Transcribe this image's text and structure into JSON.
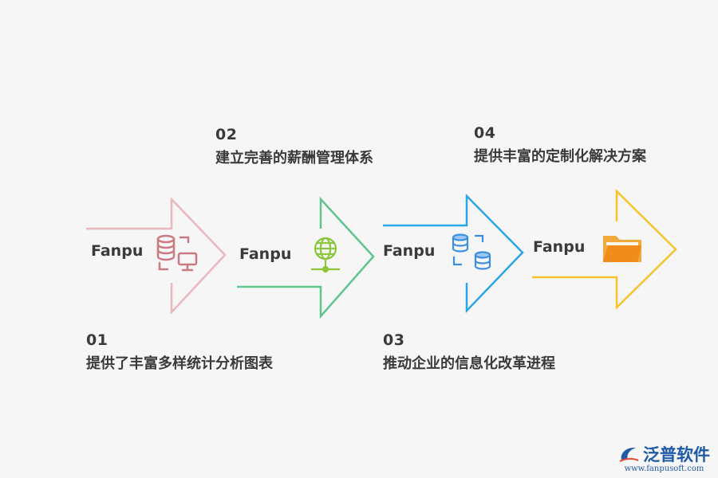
{
  "steps": [
    {
      "number": "01",
      "text": "提供了丰富多样统计分析图表",
      "brand": "Fanpu",
      "color": "#e8b8bd",
      "icon": "database-monitor-icon"
    },
    {
      "number": "02",
      "text": "建立完善的薪酬管理体系",
      "brand": "Fanpu",
      "color": "#5fc48e",
      "icon": "globe-network-icon"
    },
    {
      "number": "03",
      "text": "推动企业的信息化改革进程",
      "brand": "Fanpu",
      "color": "#2aa6e6",
      "icon": "database-sync-icon"
    },
    {
      "number": "04",
      "text": "提供丰富的定制化解决方案",
      "brand": "Fanpu",
      "color": "#f6c32a",
      "icon": "folder-icon"
    }
  ],
  "logo": {
    "name": "泛普软件",
    "url": "www.fanpusoft.com"
  }
}
